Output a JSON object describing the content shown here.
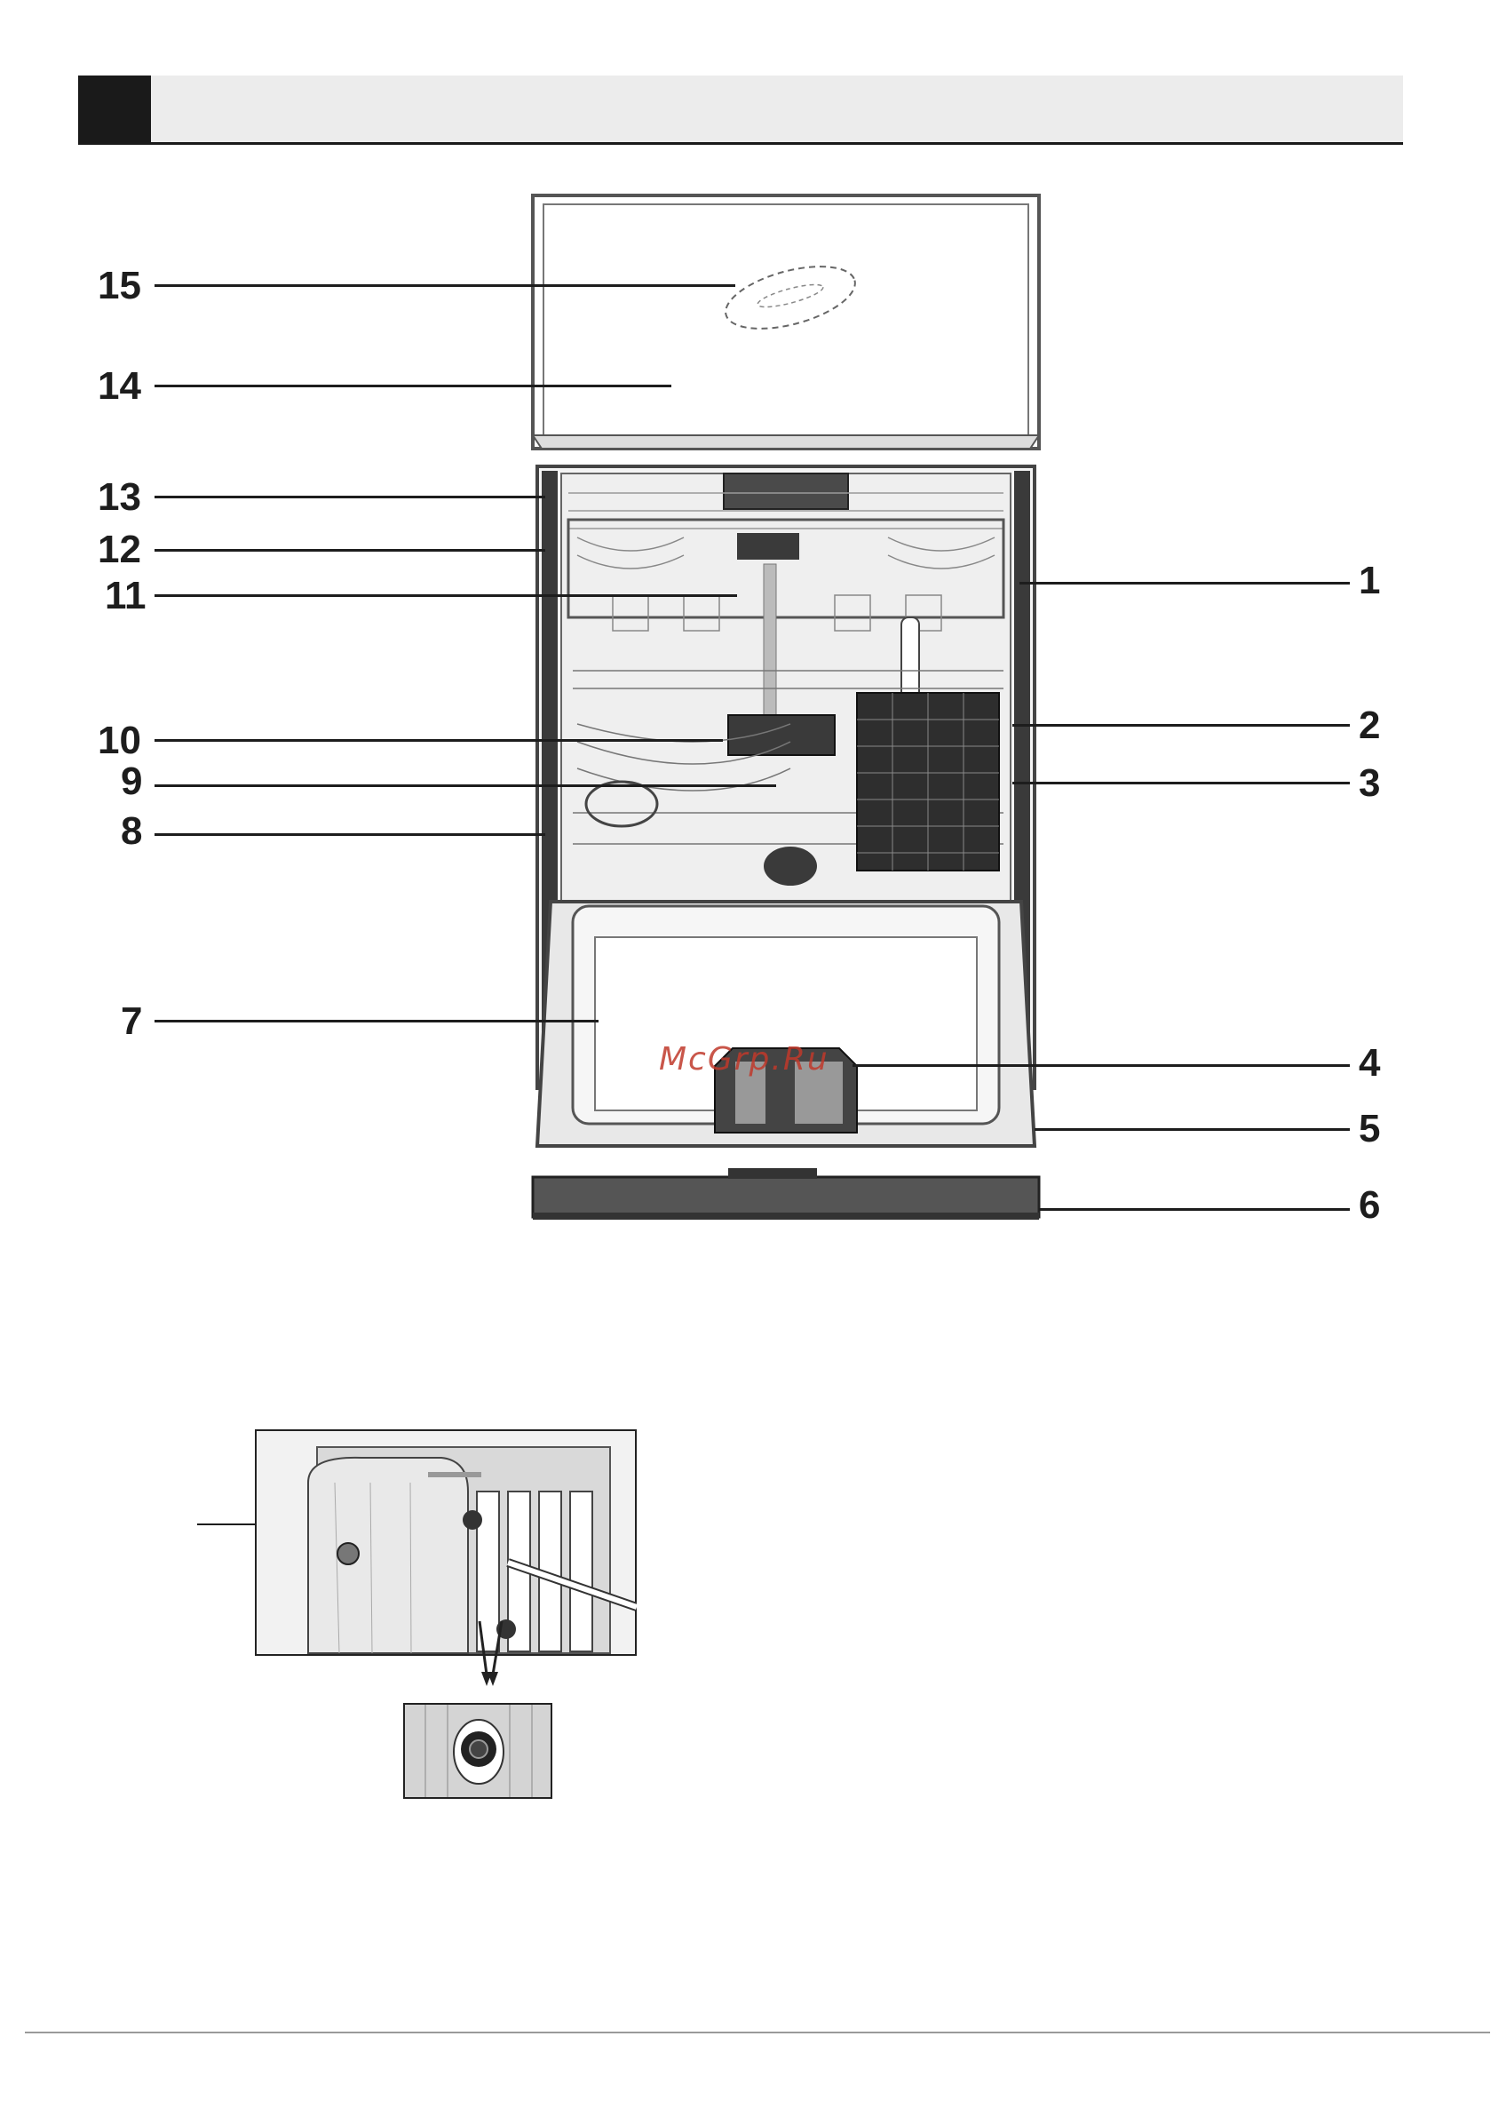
{
  "header": {
    "title": ""
  },
  "callouts": {
    "c15": "15",
    "c14": "14",
    "c13": "13",
    "c12": "12",
    "c11": "11",
    "c10": "10",
    "c9": "9",
    "c8": "8",
    "c7": "7",
    "c1": "1",
    "c2": "2",
    "c3": "3",
    "c4": "4",
    "c5": "5",
    "c6": "6"
  },
  "watermark": {
    "text": "McGrp.Ru",
    "color": "#c0392b"
  },
  "colors": {
    "line": "#1d1d1d",
    "header_bg": "#ececec",
    "header_block": "#1a1a1a"
  }
}
